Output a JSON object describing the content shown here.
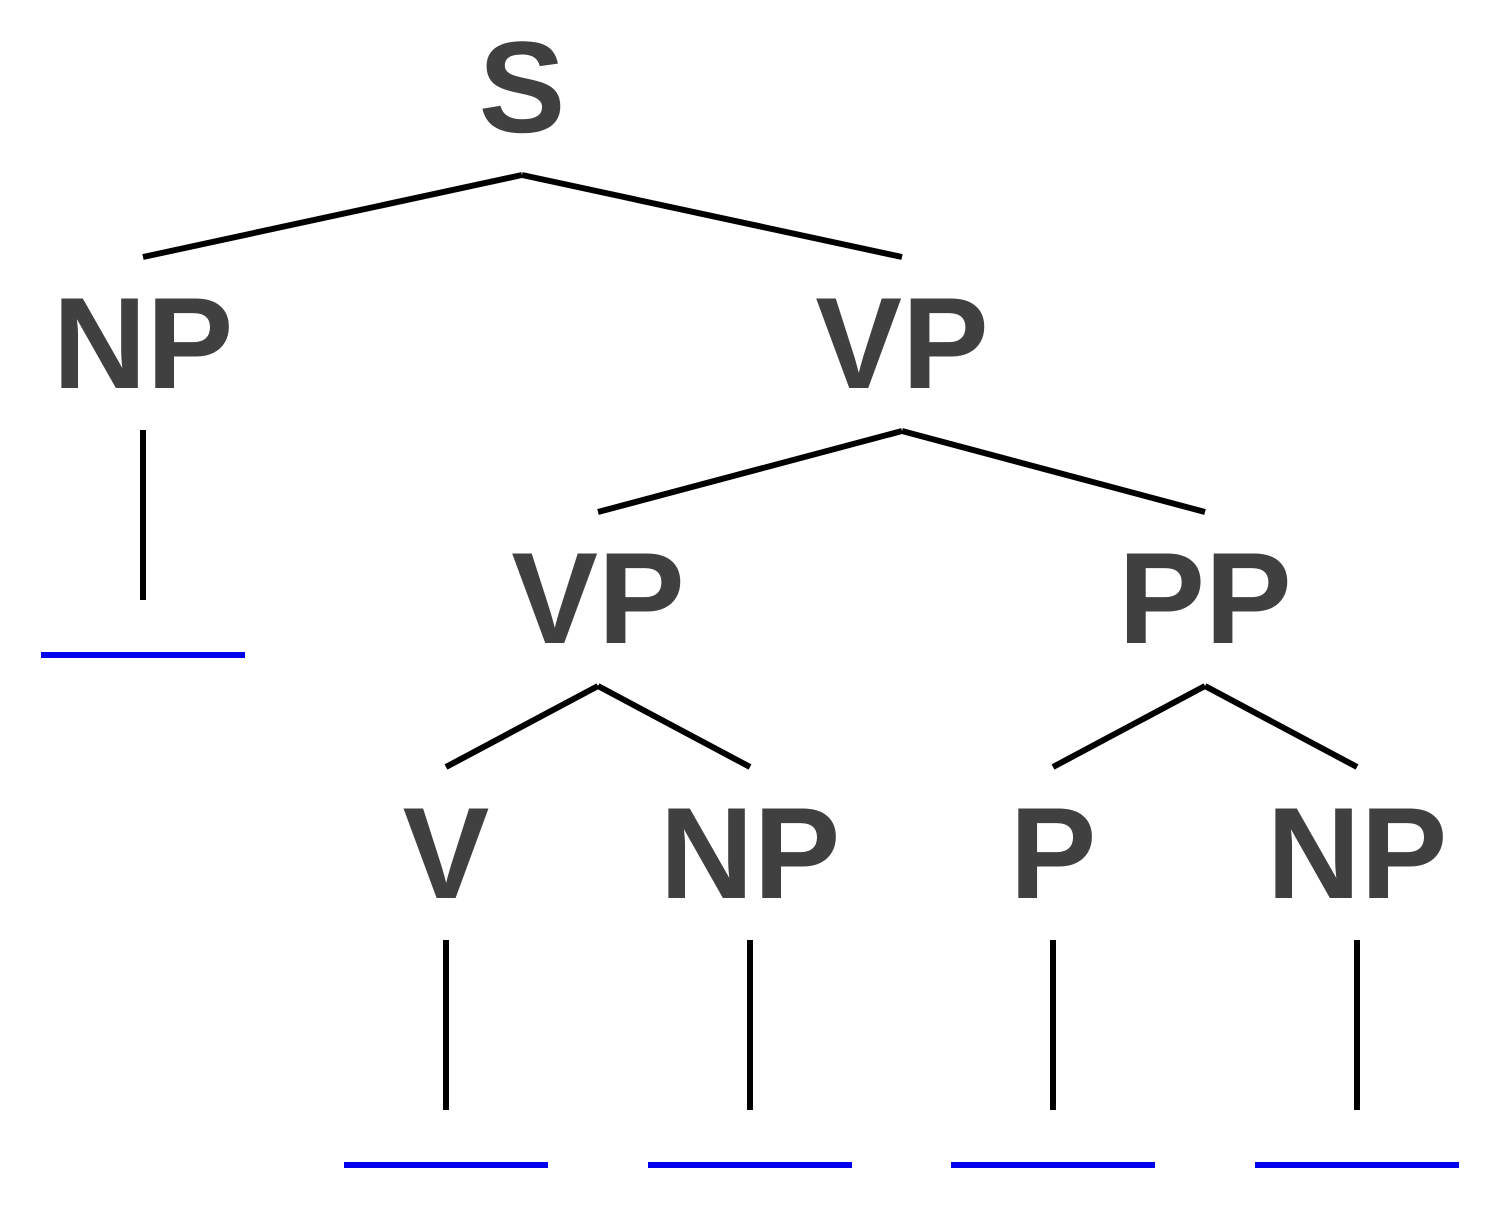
{
  "colors": {
    "label": "#404040",
    "branch": "#000000",
    "blank": "#0000ee",
    "background": "#ffffff"
  },
  "tree": {
    "nodes": [
      {
        "id": "s",
        "label": "S"
      },
      {
        "id": "np-subject",
        "label": "NP"
      },
      {
        "id": "vp-main",
        "label": "VP"
      },
      {
        "id": "vp-inner",
        "label": "VP"
      },
      {
        "id": "pp",
        "label": "PP"
      },
      {
        "id": "v",
        "label": "V"
      },
      {
        "id": "np-object",
        "label": "NP"
      },
      {
        "id": "p",
        "label": "P"
      },
      {
        "id": "np-prep-object",
        "label": "NP"
      }
    ],
    "edges": [
      [
        "s",
        "np-subject"
      ],
      [
        "s",
        "vp-main"
      ],
      [
        "vp-main",
        "vp-inner"
      ],
      [
        "vp-main",
        "pp"
      ],
      [
        "vp-inner",
        "v"
      ],
      [
        "vp-inner",
        "np-object"
      ],
      [
        "pp",
        "p"
      ],
      [
        "pp",
        "np-prep-object"
      ]
    ],
    "blanks": [
      {
        "parent": "np-subject",
        "text": ""
      },
      {
        "parent": "v",
        "text": ""
      },
      {
        "parent": "np-object",
        "text": ""
      },
      {
        "parent": "p",
        "text": ""
      },
      {
        "parent": "np-prep-object",
        "text": ""
      }
    ]
  }
}
